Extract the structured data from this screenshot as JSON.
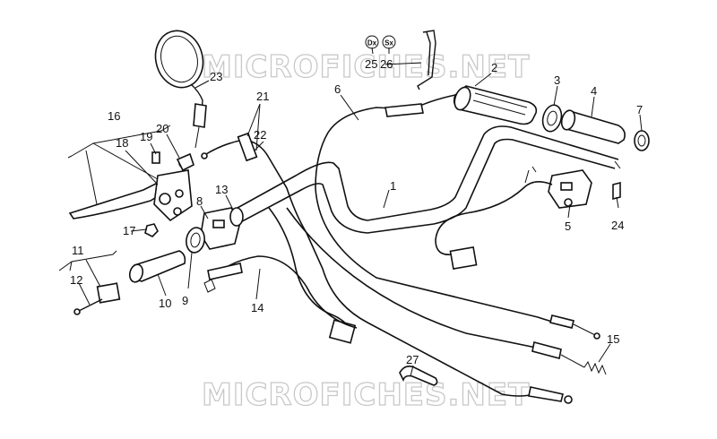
{
  "watermark": {
    "top": "MICROFICHES.NET",
    "bottom": "MICROFICHES.NET"
  },
  "side_badges": {
    "right": "Dx",
    "left": "Sx"
  },
  "callouts": {
    "c1": "1",
    "c2": "2",
    "c3": "3",
    "c4": "4",
    "c5": "5",
    "c6": "6",
    "c7": "7",
    "c8": "8",
    "c9": "9",
    "c10": "10",
    "c11": "11",
    "c12": "12",
    "c13": "13",
    "c14": "14",
    "c15": "15",
    "c16": "16",
    "c17": "17",
    "c18": "18",
    "c19": "19",
    "c20": "20",
    "c21": "21",
    "c22": "22",
    "c23": "23",
    "c24": "24",
    "c25": "25",
    "c26": "26",
    "c27": "27"
  }
}
